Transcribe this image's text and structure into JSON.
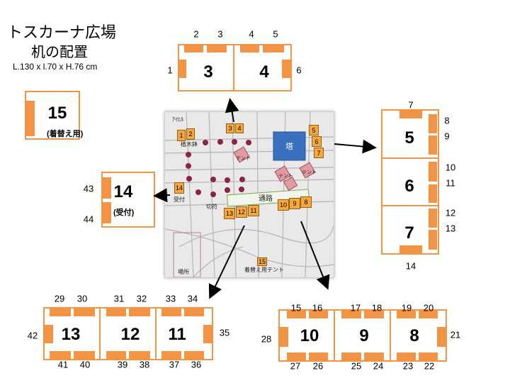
{
  "title": {
    "line1": "トスカーナ広場",
    "line2": "机の配置",
    "dims": "L.130 x l.70 x H.76 cm"
  },
  "colors": {
    "table": "#f29444",
    "map_tile": "#f6a83a",
    "tower": "#3b6fc0",
    "tent": "#e39aa2",
    "dot": "#8c2344"
  },
  "groups": {
    "top": {
      "tables": [
        "3",
        "4"
      ],
      "seats": [
        "1",
        "2",
        "3",
        "4",
        "5",
        "6"
      ]
    },
    "left15": {
      "table": "15",
      "sub": "(着替え用)"
    },
    "left14": {
      "table": "14",
      "sub": "(受付)",
      "seats": [
        "43",
        "44"
      ]
    },
    "right": {
      "tables": [
        "5",
        "6",
        "7"
      ],
      "seats": [
        "7",
        "8",
        "9",
        "10",
        "11",
        "12",
        "13",
        "14"
      ]
    },
    "bottom_left": {
      "tables": [
        "13",
        "12",
        "11"
      ],
      "seats": [
        "29",
        "30",
        "31",
        "32",
        "33",
        "34",
        "42",
        "35",
        "41",
        "40",
        "39",
        "38",
        "37",
        "36"
      ]
    },
    "bottom_right": {
      "tables": [
        "10",
        "9",
        "8"
      ],
      "seats": [
        "15",
        "16",
        "17",
        "18",
        "19",
        "20",
        "28",
        "21",
        "27",
        "26",
        "25",
        "24",
        "23",
        "22"
      ]
    }
  },
  "map": {
    "labels": {
      "tower": "塔",
      "road": "通路",
      "tent": "着替え用テント",
      "ticket": "切符",
      "place": "場所",
      "top_left": "ｱｲﾋﾙ",
      "tent_a": "テント",
      "tent_b": "テント",
      "tent_c": "テント",
      "left_side": "受付",
      "tree_label": "植木鉢"
    },
    "tiles": [
      "1",
      "2",
      "3",
      "4",
      "5",
      "6",
      "7",
      "14",
      "13",
      "12",
      "11",
      "10",
      "9",
      "8",
      "15"
    ]
  }
}
